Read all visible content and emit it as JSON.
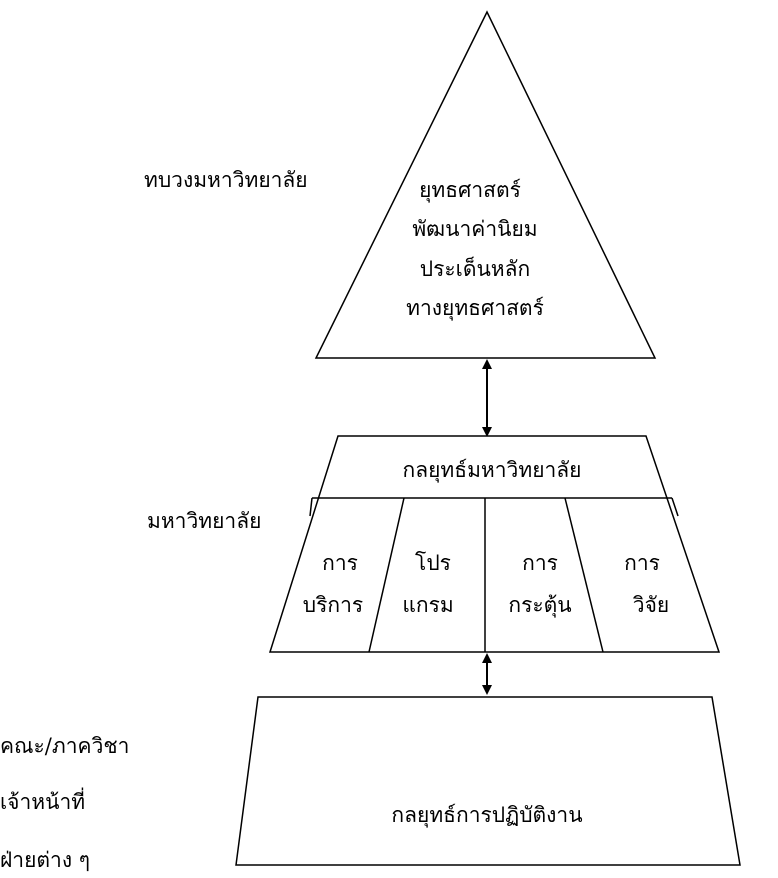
{
  "levels": {
    "network": "ทบวงมหาวิทยาลัย",
    "university": "มหาวิทยาลัย",
    "faculty": [
      "คณะ/ภาควิชา",
      "เจ้าหน้าที่",
      "ฝ่ายต่าง ๆ"
    ]
  },
  "apex": {
    "lines": [
      "ยุทธศาสตร์",
      "พัฒนาค่านิยม",
      "ประเด็นหลัก",
      "ทางยุทธศาสตร์"
    ]
  },
  "middle": {
    "title": "กลยุทธ์มหาวิทยาลัย",
    "columns": [
      {
        "line1": "การ",
        "line2": "บริการ"
      },
      {
        "line1": "โปร",
        "line2": "แกรม"
      },
      {
        "line1": "การ",
        "line2": "กระตุ้น"
      },
      {
        "line1": "การ",
        "line2": "วิจัย"
      }
    ]
  },
  "base": {
    "title": "กลยุทธ์การปฏิบัติงาน"
  }
}
